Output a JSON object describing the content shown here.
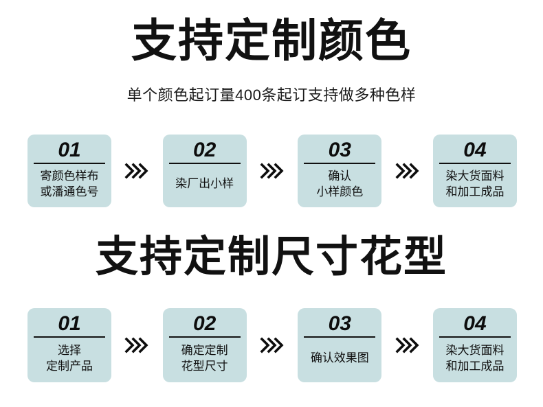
{
  "page": {
    "background": "#ffffff",
    "card_color": "#c8dfe1",
    "text_color": "#111111"
  },
  "sections": [
    {
      "title": "支持定制颜色",
      "subtitle": "单个颜色起订量400条起订支持做多种色样",
      "steps": [
        {
          "number": "01",
          "text": "寄颜色样布\n或潘通色号"
        },
        {
          "number": "02",
          "text": "染厂出小样"
        },
        {
          "number": "03",
          "text": "确认\n小样颜色"
        },
        {
          "number": "04",
          "text": "染大货面料\n和加工成品"
        }
      ]
    },
    {
      "title": "支持定制尺寸花型",
      "steps": [
        {
          "number": "01",
          "text": "选择\n定制产品"
        },
        {
          "number": "02",
          "text": "确定定制\n花型尺寸"
        },
        {
          "number": "03",
          "text": "确认效果图"
        },
        {
          "number": "04",
          "text": "染大货面料\n和加工成品"
        }
      ]
    }
  ],
  "icons": {
    "chevron": "triple-chevron-right-icon"
  }
}
